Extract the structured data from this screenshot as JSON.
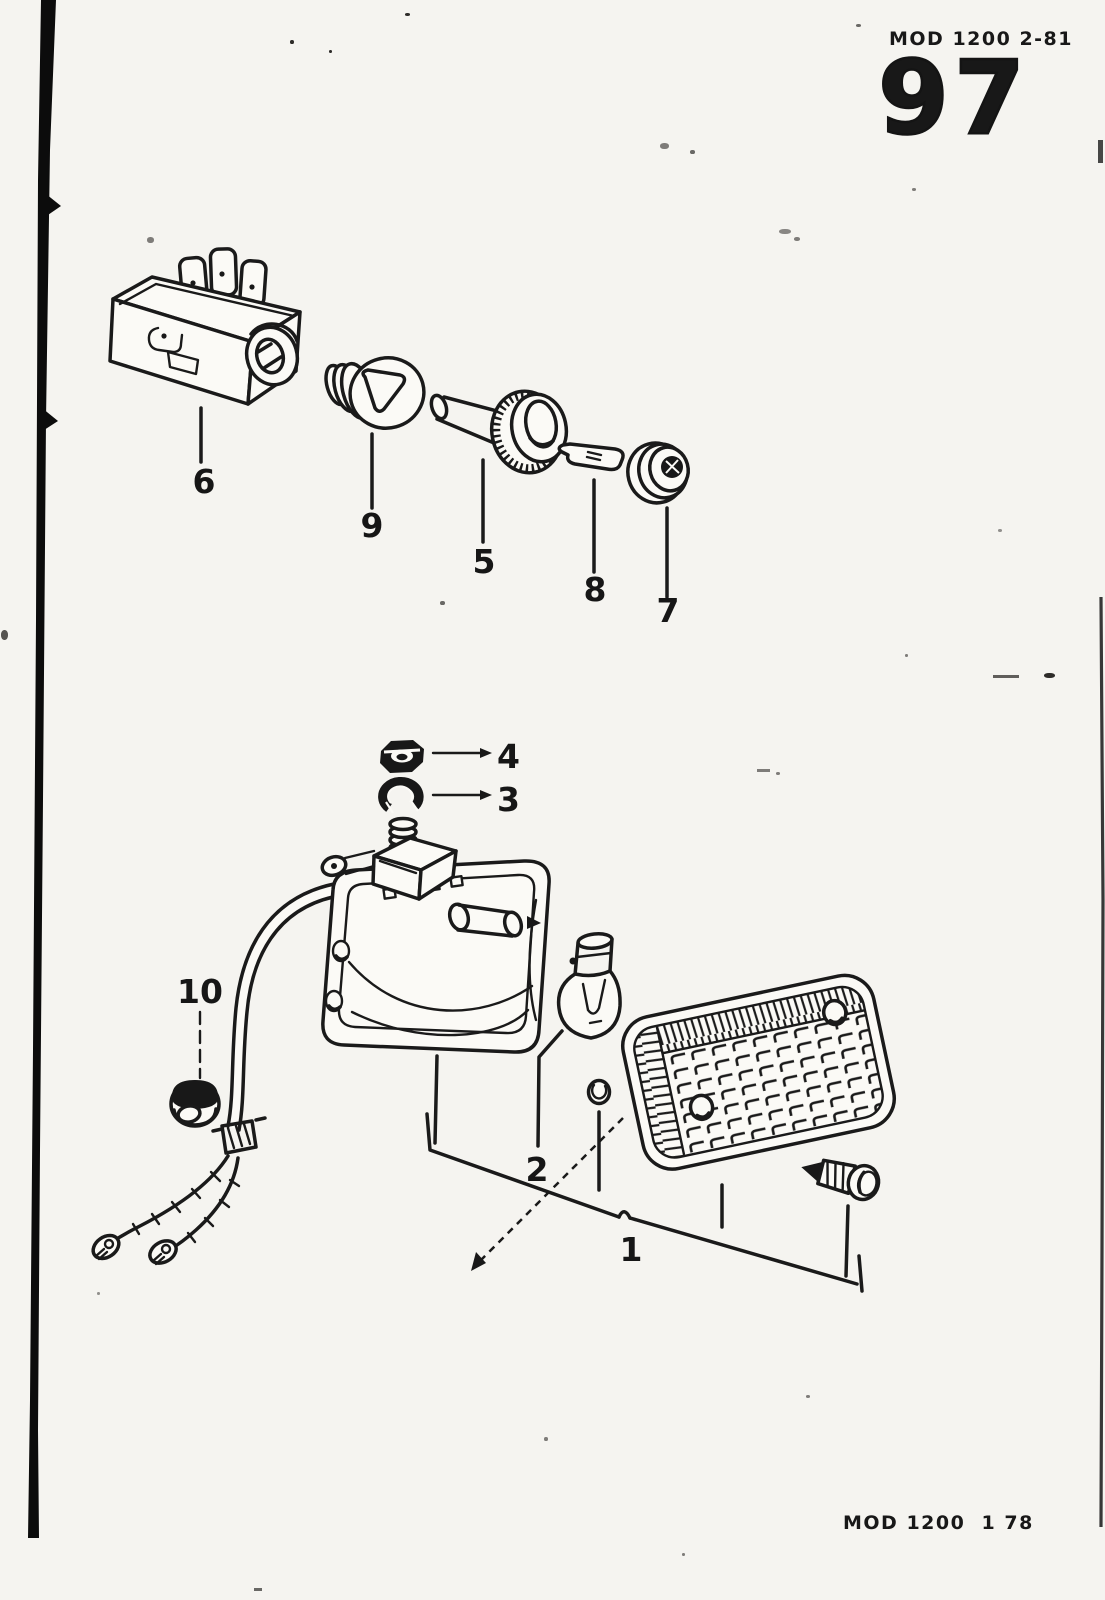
{
  "page": {
    "header_code": "MOD 1200 2-81",
    "page_number": "97",
    "footer_code": "MOD 1200  1 78"
  },
  "callouts": {
    "c1": "1",
    "c2": "2",
    "c3": "3",
    "c4": "4",
    "c5": "5",
    "c6": "6",
    "c7": "7",
    "c8": "8",
    "c9": "9",
    "c10": "10"
  }
}
